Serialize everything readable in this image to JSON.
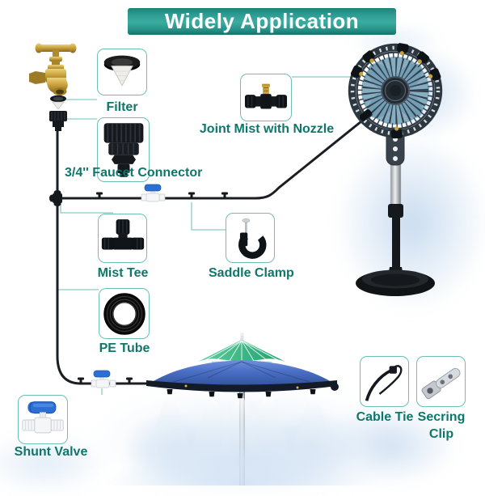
{
  "banner": {
    "title": "Widely Application"
  },
  "components": {
    "filter": {
      "label": "Filter"
    },
    "faucet_connector": {
      "label": "3/4'' Faucet Connector"
    },
    "joint_mist": {
      "label": "Joint Mist with Nozzle"
    },
    "mist_tee": {
      "label": "Mist Tee"
    },
    "saddle_clamp": {
      "label": "Saddle Clamp"
    },
    "pe_tube": {
      "label": "PE Tube"
    },
    "shunt_valve": {
      "label": "Shunt Valve"
    },
    "cable_tie": {
      "label": "Cable Tie"
    },
    "secring_clip": {
      "label": "Secring Clip"
    }
  },
  "colors": {
    "banner_bg": "#2f9e95",
    "banner_text": "#ffffff",
    "label_text": "#0f766a",
    "box_border": "#6cc0b5",
    "tube_black": "#1b1f24",
    "valve_blue": "#2b6fd4",
    "umbrella_blue": "#4a6fc5",
    "umbrella_green": "#2ab583",
    "fan_blade_blue": "#86aec2",
    "brass": "#c9a23d",
    "mist_blue": "#dce8f5"
  }
}
